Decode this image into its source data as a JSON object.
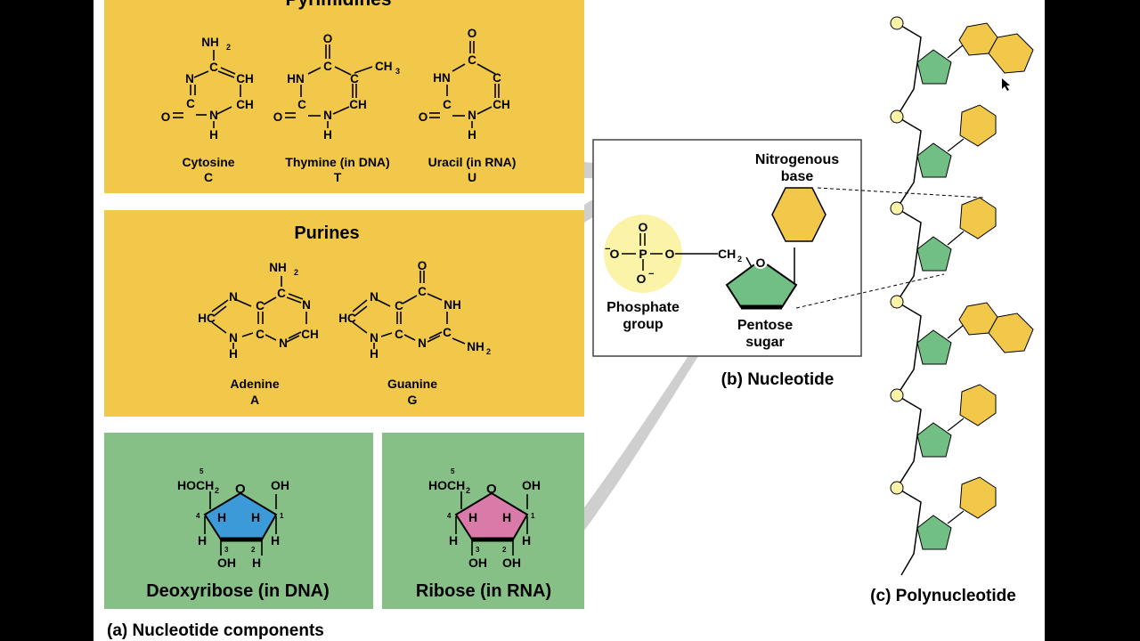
{
  "pyrimidines": {
    "title": "Pyrimidines",
    "cytosine": {
      "name": "Cytosine",
      "letter": "C",
      "atoms": [
        "NH",
        "2",
        "C",
        "N",
        "C",
        "CH",
        "O",
        "C",
        "CH",
        "N",
        "H"
      ]
    },
    "thymine": {
      "name": "Thymine (in DNA)",
      "letter": "T",
      "atoms": [
        "O",
        "C",
        "CH",
        "3",
        "HN",
        "C",
        "O",
        "C",
        "CH",
        "N",
        "H"
      ]
    },
    "uracil": {
      "name": "Uracil (in RNA)",
      "letter": "U",
      "atoms": [
        "O",
        "C",
        "HN",
        "C",
        "O",
        "C",
        "CH",
        "N",
        "H"
      ]
    }
  },
  "purines": {
    "title": "Purines",
    "adenine": {
      "name": "Adenine",
      "letter": "A",
      "atoms": [
        "NH",
        "2",
        "C",
        "N",
        "N",
        "C",
        "HC",
        "C",
        "N",
        "N",
        "CH",
        "H"
      ]
    },
    "guanine": {
      "name": "Guanine",
      "letter": "G",
      "atoms": [
        "O",
        "C",
        "N",
        "C",
        "NH",
        "HC",
        "C",
        "N",
        "C",
        "NH",
        "2",
        "N",
        "H"
      ]
    }
  },
  "deoxyribose": {
    "title": "Deoxyribose (in DNA)",
    "hoch": "HOCH",
    "sub2": "2",
    "o": "O",
    "oh": "OH",
    "h": "H",
    "n5": "5",
    "n4": "4",
    "n3": "3",
    "n2": "2",
    "n1": "1",
    "color": "#3d9ad9"
  },
  "ribose": {
    "title": "Ribose (in RNA)",
    "hoch": "HOCH",
    "sub2": "2",
    "o": "O",
    "oh": "OH",
    "h": "H",
    "n5": "5",
    "n4": "4",
    "n3": "3",
    "n2": "2",
    "n1": "1",
    "color": "#d97aa8"
  },
  "caption_a": "(a) Nucleotide components",
  "nucleotide": {
    "caption": "(b) Nucleotide",
    "base_label_1": "Nitrogenous",
    "base_label_2": "base",
    "phosphate_label_1": "Phosphate",
    "phosphate_label_2": "group",
    "sugar_label_1": "Pentose",
    "sugar_label_2": "sugar",
    "phosphate_atoms": {
      "o_top": "O",
      "o_left": "O",
      "o_right": "O",
      "o_bottom": "O",
      "p": "P",
      "minus": "−"
    },
    "ch2": "CH",
    "ch2_sub": "2",
    "ring_o": "O"
  },
  "caption_c": "(c) Polynucleotide",
  "colors": {
    "base": "#f2c84b",
    "panel": "#f2c84b",
    "sugar": "#72bf85",
    "sugar_panel": "#86c087",
    "phosphate": "#fbf3a8",
    "background": "#ffffff",
    "frame": "#000000"
  }
}
